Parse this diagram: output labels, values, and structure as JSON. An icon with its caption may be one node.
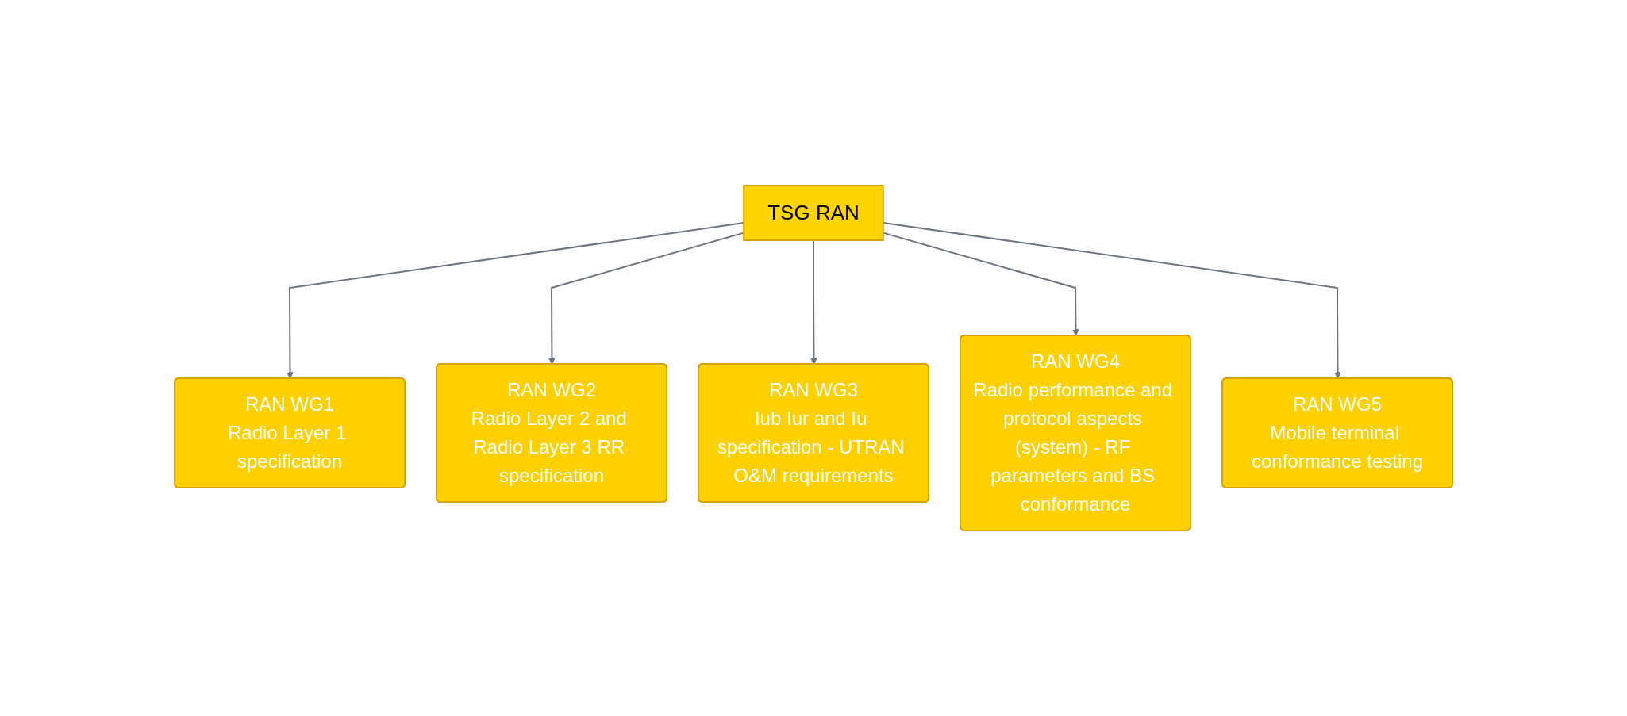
{
  "diagram": {
    "nodes": [
      {
        "text": [
          "TSG RAN"
        ]
      },
      {
        "text": [
          "RAN WG1",
          "Radio Layer 1 specification"
        ]
      },
      {
        "text": [
          "RAN WG2",
          "Radio Layer 2 and Radio Layer 3 RR specification"
        ]
      },
      {
        "text": [
          "RAN WG3",
          "Iub Iur and Iu specification - UTRAN O&M requirements"
        ]
      },
      {
        "text": [
          "RAN WG4",
          "Radio performance and protocol aspects (system) - RF parameters and BS conformance"
        ]
      },
      {
        "text": [
          "RAN WG5",
          "Mobile terminal conformance testing"
        ]
      }
    ],
    "edges": [
      {
        "from": 0,
        "to": 1,
        "arrow": "to"
      },
      {
        "from": 0,
        "to": 2,
        "arrow": "to"
      },
      {
        "from": 0,
        "to": 3,
        "arrow": "to"
      },
      {
        "from": 0,
        "to": 4,
        "arrow": "to"
      },
      {
        "from": 0,
        "to": 5,
        "arrow": "to"
      }
    ]
  }
}
